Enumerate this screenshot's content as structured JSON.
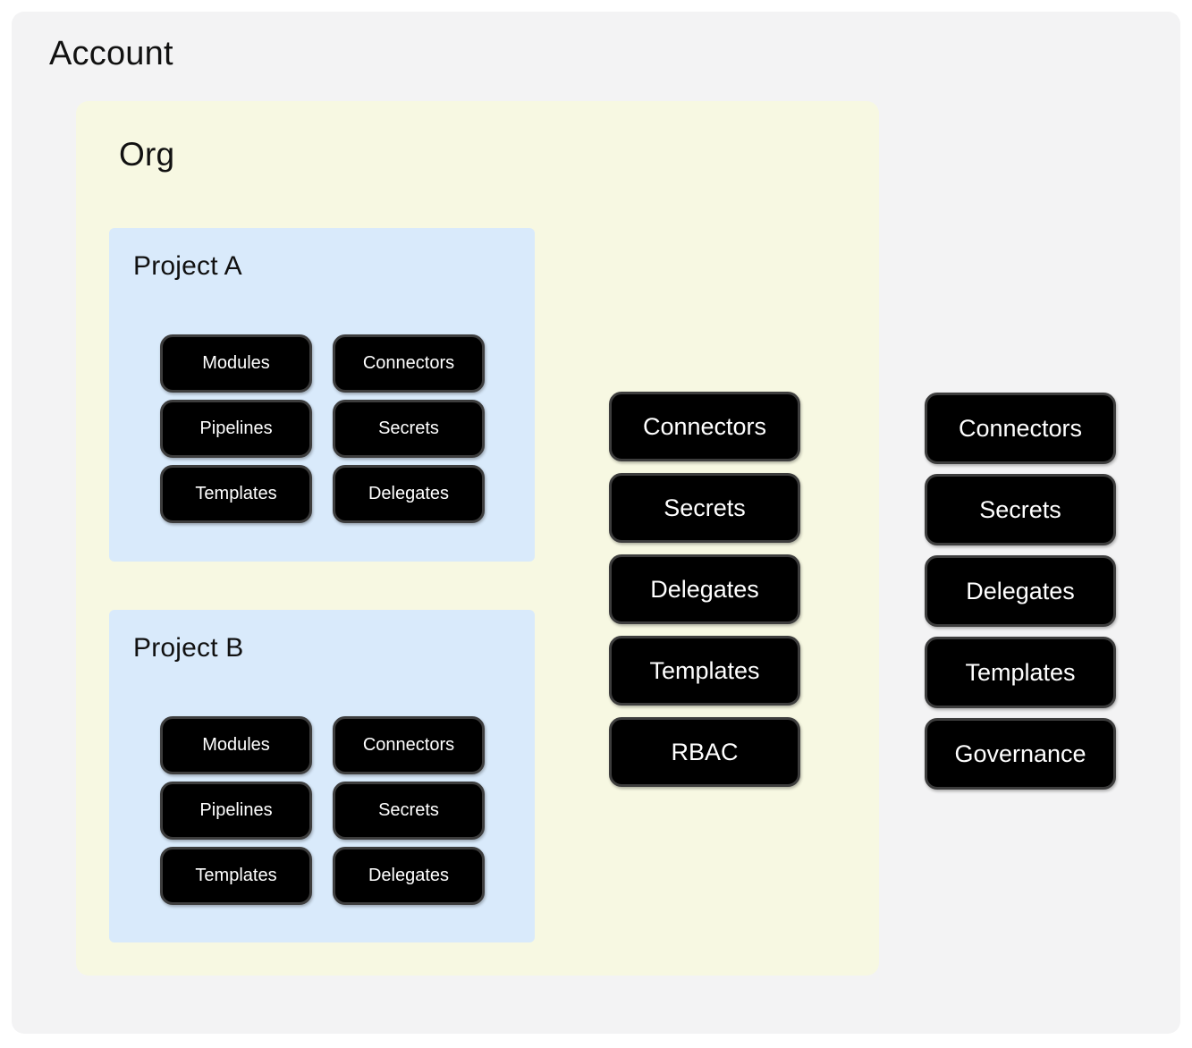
{
  "colors": {
    "page_bg": "#ffffff",
    "account_bg": "#f3f3f4",
    "org_bg": "#f7f8e2",
    "project_bg": "#d9eafb",
    "button_bg": "#000000",
    "button_border": "#3d3d3d",
    "button_text": "#ffffff",
    "title_text": "#111111"
  },
  "account": {
    "title": "Account",
    "buttons": [
      "Connectors",
      "Secrets",
      "Delegates",
      "Templates",
      "Governance"
    ]
  },
  "org": {
    "title": "Org",
    "buttons": [
      "Connectors",
      "Secrets",
      "Delegates",
      "Templates",
      "RBAC"
    ]
  },
  "projects": [
    {
      "title": "Project A",
      "buttons": [
        "Modules",
        "Connectors",
        "Pipelines",
        "Secrets",
        "Templates",
        "Delegates"
      ]
    },
    {
      "title": "Project B",
      "buttons": [
        "Modules",
        "Connectors",
        "Pipelines",
        "Secrets",
        "Templates",
        "Delegates"
      ]
    }
  ]
}
